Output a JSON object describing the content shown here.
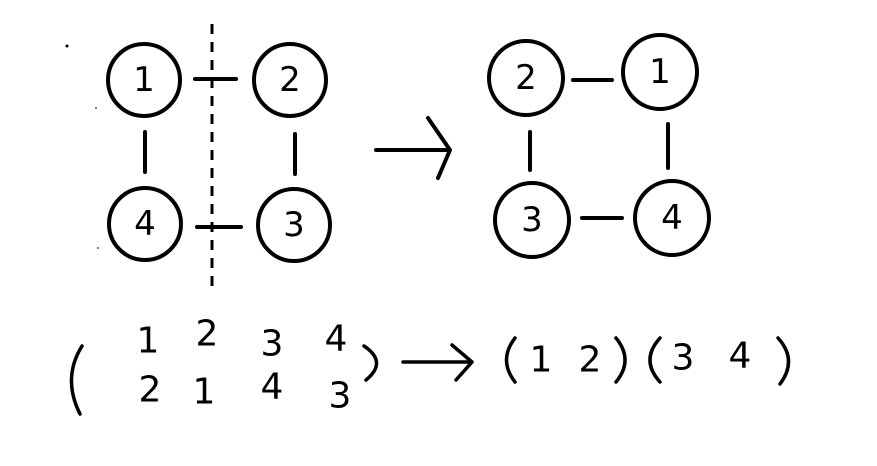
{
  "graph_before": {
    "nodes": [
      {
        "id": "n1",
        "label": "1"
      },
      {
        "id": "n2",
        "label": "2"
      },
      {
        "id": "n3",
        "label": "3"
      },
      {
        "id": "n4",
        "label": "4"
      }
    ],
    "edges": [
      [
        "1",
        "2"
      ],
      [
        "1",
        "4"
      ],
      [
        "2",
        "3"
      ],
      [
        "4",
        "3"
      ]
    ],
    "cut": "vertical dashed line crossing edges 1-2 and 4-3"
  },
  "graph_after": {
    "nodes": [
      {
        "id": "m2",
        "label": "2"
      },
      {
        "id": "m1",
        "label": "1"
      },
      {
        "id": "m3",
        "label": "3"
      },
      {
        "id": "m4",
        "label": "4"
      }
    ],
    "edges": [
      [
        "2",
        "1"
      ],
      [
        "2",
        "3"
      ],
      [
        "1",
        "4"
      ],
      [
        "3",
        "4"
      ]
    ]
  },
  "permutation": {
    "top_row": [
      "1",
      "2",
      "3",
      "4"
    ],
    "bottom_row": [
      "2",
      "1",
      "4",
      "3"
    ]
  },
  "cycles": {
    "cycle1": [
      "1",
      "2"
    ],
    "cycle2": [
      "3",
      "4"
    ]
  },
  "colors": {
    "ink": "#000000",
    "background": "#ffffff"
  }
}
